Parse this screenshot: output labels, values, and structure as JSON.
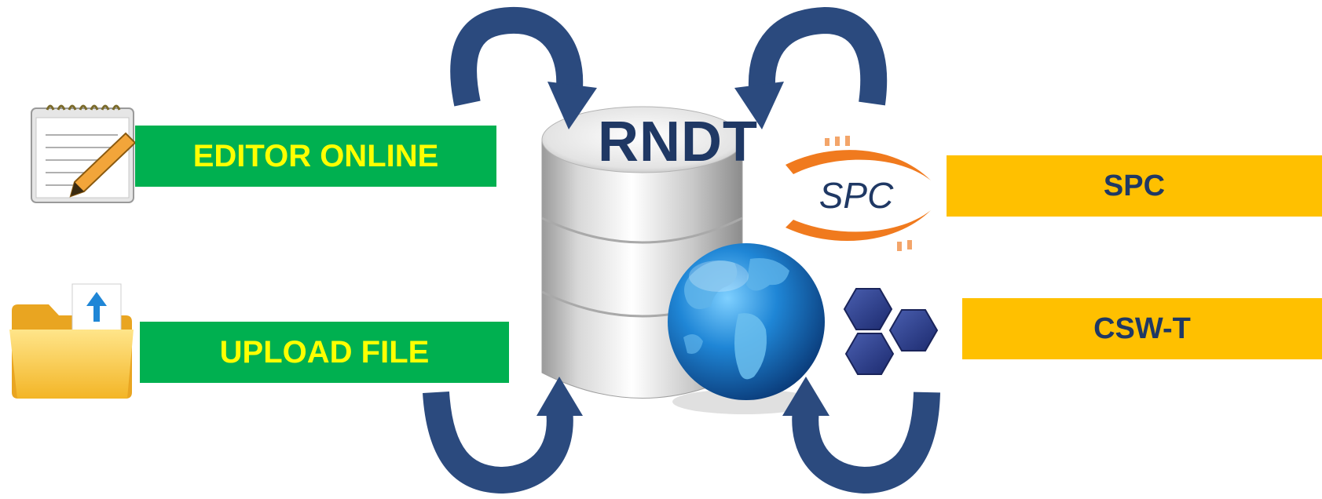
{
  "diagram": {
    "center_label": "RNDT",
    "inputs": [
      {
        "label": "EDITOR ONLINE",
        "icon": "notepad-pencil-icon"
      },
      {
        "label": "UPLOAD FILE",
        "icon": "folder-upload-icon"
      }
    ],
    "outputs": [
      {
        "label": "SPC",
        "icon": "spc-logo"
      },
      {
        "label": "CSW-T",
        "icon": "hexagon-cluster-icon"
      }
    ],
    "logo_text": "SPC",
    "colors": {
      "input_bar": "#00b050",
      "input_text": "#ffff00",
      "output_bar": "#ffc000",
      "output_text": "#1f3864",
      "arrow": "#2b4a7e",
      "center_text": "#1f3864"
    }
  }
}
